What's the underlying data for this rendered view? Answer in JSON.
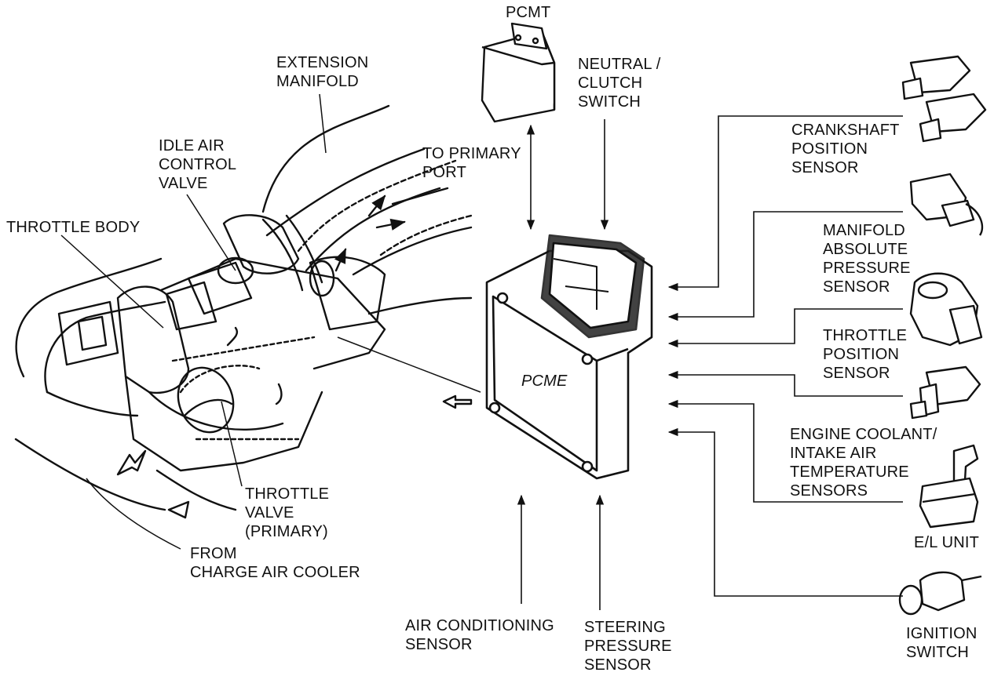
{
  "labels": {
    "pcmt": "PCMT",
    "extension_manifold": [
      "EXTENSION",
      "MANIFOLD"
    ],
    "neutral_clutch_switch": [
      "NEUTRAL /",
      "CLUTCH",
      "SWITCH"
    ],
    "idle_air_control_valve": [
      "IDLE AIR",
      "CONTROL",
      "VALVE"
    ],
    "to_primary_port": [
      "TO PRIMARY",
      "PORT"
    ],
    "throttle_body": "THROTTLE BODY",
    "crankshaft_position_sensor": [
      "CRANKSHAFT",
      "POSITION",
      "SENSOR"
    ],
    "manifold_absolute_pressure_sensor": [
      "MANIFOLD",
      "ABSOLUTE",
      "PRESSURE",
      "SENSOR"
    ],
    "throttle_position_sensor": [
      "THROTTLE",
      "POSITION",
      "SENSOR"
    ],
    "pcme": "PCME",
    "engine_coolant_intake_air_temperature_sensors": [
      "ENGINE COOLANT/",
      "INTAKE AIR",
      "TEMPERATURE",
      "SENSORS"
    ],
    "throttle_valve_primary": [
      "THROTTLE",
      "VALVE",
      "(PRIMARY)"
    ],
    "el_unit": "E/L UNIT",
    "from_charge_air_cooler": [
      "FROM",
      "CHARGE AIR COOLER"
    ],
    "air_conditioning_sensor": [
      "AIR CONDITIONING",
      "SENSOR"
    ],
    "steering_pressure_sensor": [
      "STEERING",
      "PRESSURE",
      "SENSOR"
    ],
    "ignition_switch": [
      "IGNITION",
      "SWITCH"
    ]
  }
}
